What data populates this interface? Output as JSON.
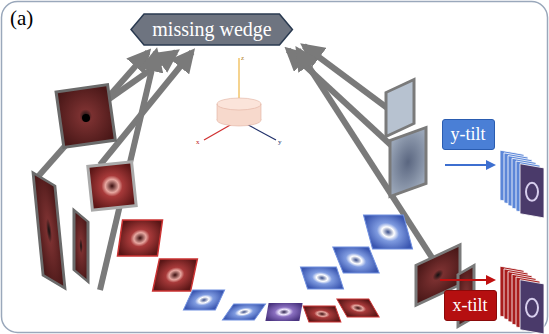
{
  "diagram": {
    "nodes": [
      {
        "text": [
          "missing wedge"
        ]
      },
      {
        "text": [
          "y-tilt"
        ]
      },
      {
        "text": [
          "x-tilt"
        ]
      }
    ],
    "labels": [
      "(a)",
      "z",
      "x",
      "y"
    ]
  }
}
